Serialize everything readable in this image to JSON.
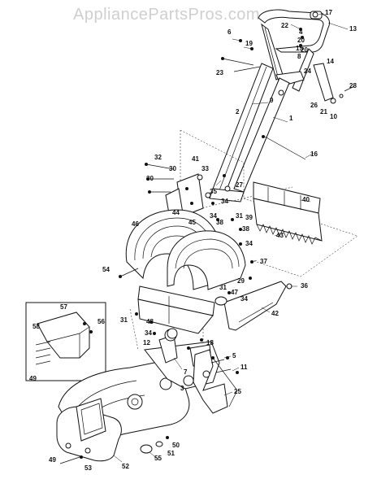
{
  "watermark": "AppliancePartsPros.com",
  "callouts": [
    {
      "id": "c17",
      "label": "17"
    },
    {
      "id": "c13",
      "label": "13"
    },
    {
      "id": "c22",
      "label": "22"
    },
    {
      "id": "c4",
      "label": "4"
    },
    {
      "id": "c20a",
      "label": "20"
    },
    {
      "id": "c15",
      "label": "15"
    },
    {
      "id": "c20b",
      "label": "20"
    },
    {
      "id": "c8",
      "label": "8"
    },
    {
      "id": "c6",
      "label": "6"
    },
    {
      "id": "c19",
      "label": "19"
    },
    {
      "id": "c14",
      "label": "14"
    },
    {
      "id": "c23",
      "label": "23"
    },
    {
      "id": "c24",
      "label": "24"
    },
    {
      "id": "c28",
      "label": "28"
    },
    {
      "id": "c9",
      "label": "9"
    },
    {
      "id": "c26",
      "label": "26"
    },
    {
      "id": "c21",
      "label": "21"
    },
    {
      "id": "c10",
      "label": "10"
    },
    {
      "id": "c2",
      "label": "2"
    },
    {
      "id": "c1",
      "label": "1"
    },
    {
      "id": "c16",
      "label": "16"
    },
    {
      "id": "c32",
      "label": "32"
    },
    {
      "id": "c41",
      "label": "41"
    },
    {
      "id": "c30a",
      "label": "30"
    },
    {
      "id": "c33",
      "label": "33"
    },
    {
      "id": "c30b",
      "label": "30"
    },
    {
      "id": "c27",
      "label": "27"
    },
    {
      "id": "c35",
      "label": "35"
    },
    {
      "id": "c40",
      "label": "40"
    },
    {
      "id": "c34a",
      "label": "34"
    },
    {
      "id": "c44",
      "label": "44"
    },
    {
      "id": "c34b",
      "label": "34"
    },
    {
      "id": "c31a",
      "label": "31"
    },
    {
      "id": "c39",
      "label": "39"
    },
    {
      "id": "c45",
      "label": "45"
    },
    {
      "id": "c38a",
      "label": "38"
    },
    {
      "id": "c46",
      "label": "46"
    },
    {
      "id": "c38b",
      "label": "38"
    },
    {
      "id": "c43",
      "label": "43"
    },
    {
      "id": "c34c",
      "label": "34"
    },
    {
      "id": "c37",
      "label": "37"
    },
    {
      "id": "c54",
      "label": "54"
    },
    {
      "id": "c29",
      "label": "29"
    },
    {
      "id": "c36",
      "label": "36"
    },
    {
      "id": "c31b",
      "label": "31"
    },
    {
      "id": "c47",
      "label": "47"
    },
    {
      "id": "c34d",
      "label": "34"
    },
    {
      "id": "c42",
      "label": "42"
    },
    {
      "id": "c57",
      "label": "57"
    },
    {
      "id": "c56",
      "label": "56"
    },
    {
      "id": "c58",
      "label": "58"
    },
    {
      "id": "c31c",
      "label": "31"
    },
    {
      "id": "c48",
      "label": "48"
    },
    {
      "id": "c34e",
      "label": "34"
    },
    {
      "id": "c12",
      "label": "12"
    },
    {
      "id": "c18",
      "label": "18"
    },
    {
      "id": "c7",
      "label": "7"
    },
    {
      "id": "c5",
      "label": "5"
    },
    {
      "id": "c49a",
      "label": "49"
    },
    {
      "id": "c11",
      "label": "11"
    },
    {
      "id": "c3",
      "label": "3"
    },
    {
      "id": "c25",
      "label": "25"
    },
    {
      "id": "c50",
      "label": "50"
    },
    {
      "id": "c51",
      "label": "51"
    },
    {
      "id": "c55",
      "label": "55"
    },
    {
      "id": "c49b",
      "label": "49"
    },
    {
      "id": "c53",
      "label": "53"
    },
    {
      "id": "c52",
      "label": "52"
    }
  ]
}
